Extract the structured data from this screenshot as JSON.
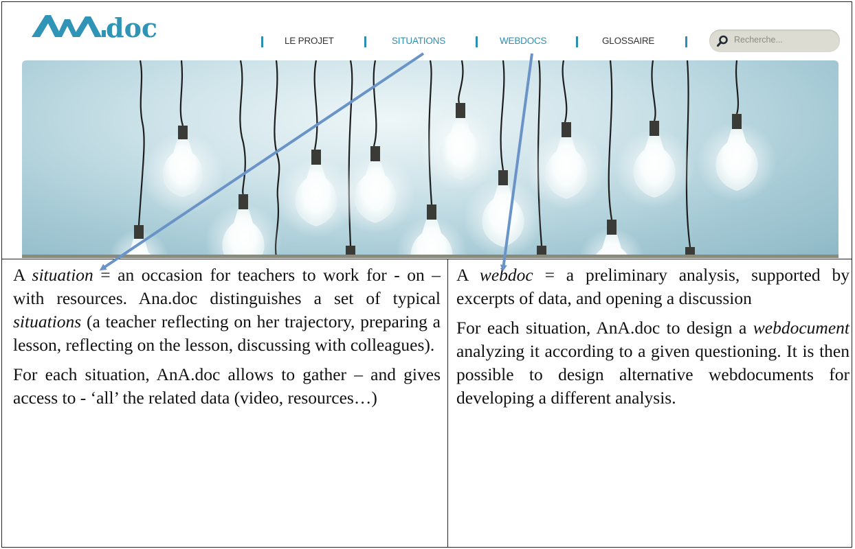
{
  "header": {
    "logo_text": "AnA.doc",
    "nav": [
      {
        "label": "LE PROJET",
        "active": false
      },
      {
        "label": "SITUATIONS",
        "active": true
      },
      {
        "label": "WEBDOCS",
        "active": true
      },
      {
        "label": "GLOSSAIRE",
        "active": false
      }
    ],
    "search": {
      "placeholder": "Recherche..."
    }
  },
  "banner": {
    "image": "hanging-light-bulbs"
  },
  "left_panel": {
    "p1": {
      "a": "A ",
      "term": "situation",
      "b": " = an occasion for teachers to work for - on – with resources. Ana.doc distinguishes a set of typical ",
      "term2": "situations",
      "c": " (a teacher reflecting on her trajectory, preparing a lesson, reflecting on the lesson, discussing with colleagues)."
    },
    "p2": "For each situation, AnA.doc allows to gather – and gives access to - ‘all’ the related data (video, resources…)"
  },
  "right_panel": {
    "p1": {
      "a": "A ",
      "term": "webdoc",
      "b": " = a preliminary analysis, supported by excerpts of data, and opening a discussion"
    },
    "p2": {
      "a": "For each situation, AnA.doc to design a ",
      "term": "webdocument",
      "b": " analyzing it according to a given questioning. It is then possible to design alternative webdocuments for developing a different analysis."
    }
  },
  "colors": {
    "accent": "#2b8fb3",
    "arrow": "#6a94c8",
    "logo": "#2f94b5"
  }
}
